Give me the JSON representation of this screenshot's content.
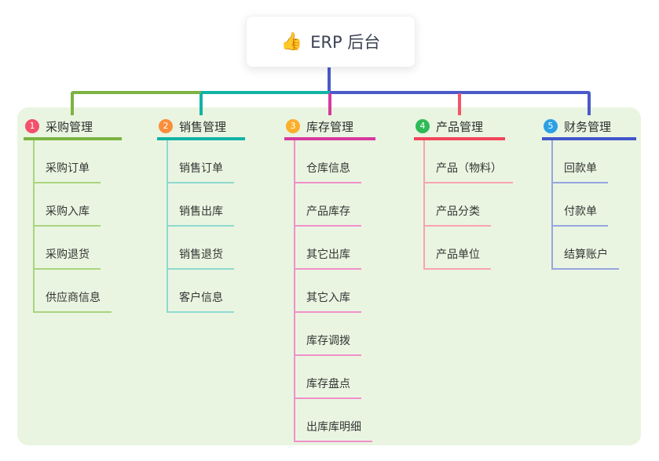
{
  "root": {
    "emoji": "👍",
    "label": "ERP 后台"
  },
  "colors": {
    "panel_background": "#e9f5e1",
    "connector_blue": "#4a5ac9",
    "branch_green": "#7cb342",
    "branch_teal": "#12b3a6",
    "branch_magenta": "#d6399e",
    "branch_red": "#f2455a",
    "branch_blue": "#4355cb",
    "badge_1": "#f4506c",
    "badge_2": "#fb8e3b",
    "badge_3": "#fbaf2b",
    "badge_4": "#2fba55",
    "badge_5": "#2aa0e5"
  },
  "branches": [
    {
      "num": "1",
      "label": "采购管理",
      "color": "#7cb342",
      "light": "#a9d47d",
      "badge": "#f4506c",
      "children": [
        "采购订单",
        "采购入库",
        "采购退货",
        "供应商信息"
      ]
    },
    {
      "num": "2",
      "label": "销售管理",
      "color": "#12b3a6",
      "light": "#8fd9d0",
      "badge": "#fb8e3b",
      "children": [
        "销售订单",
        "销售出库",
        "销售退货",
        "客户信息"
      ]
    },
    {
      "num": "3",
      "label": "库存管理",
      "color": "#d6399e",
      "light": "#f090c9",
      "badge": "#fbaf2b",
      "children": [
        "仓库信息",
        "产品库存",
        "其它出库",
        "其它入库",
        "库存调拨",
        "库存盘点",
        "出库库明细"
      ]
    },
    {
      "num": "4",
      "label": "产品管理",
      "color": "#f2455a",
      "light": "#f9a3ae",
      "badge": "#2fba55",
      "children": [
        "产品（物料）",
        "产品分类",
        "产品单位"
      ]
    },
    {
      "num": "5",
      "label": "财务管理",
      "color": "#4355cb",
      "light": "#97a5e0",
      "badge": "#2aa0e5",
      "children": [
        "回款单",
        "付款单",
        "结算账户"
      ]
    }
  ]
}
